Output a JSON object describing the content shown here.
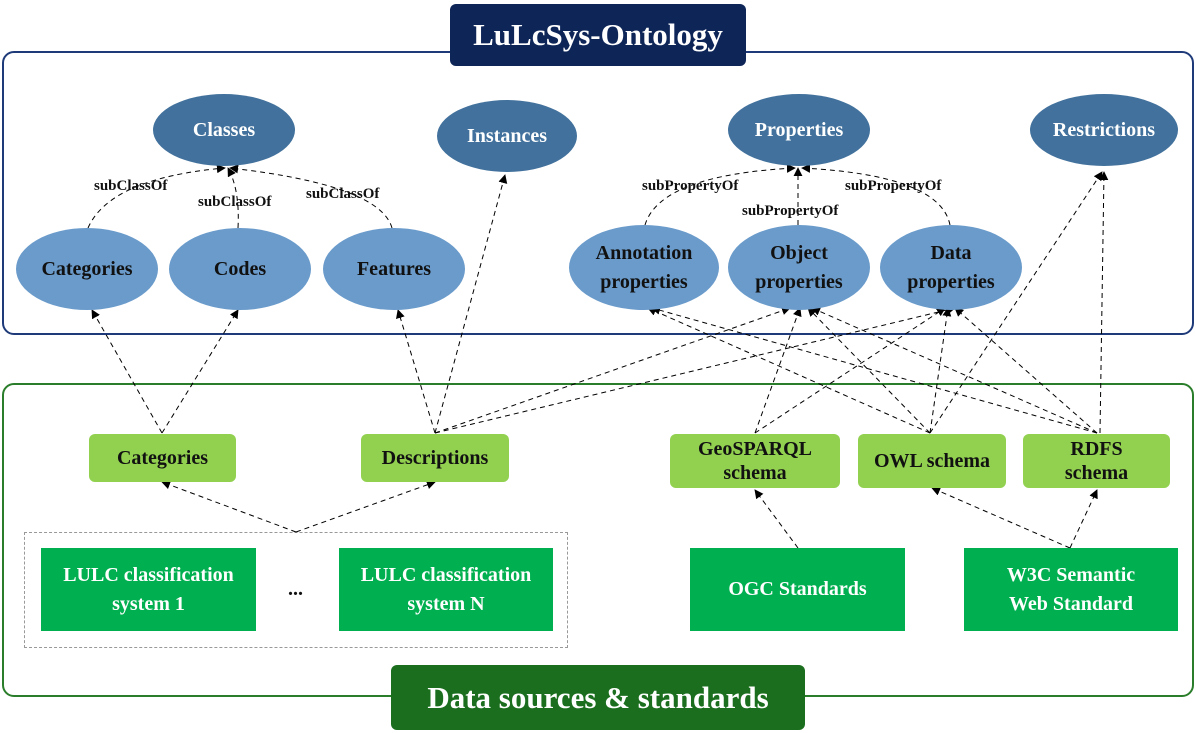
{
  "header": {
    "title": "LuLcSys-Ontology"
  },
  "footer": {
    "title": "Data sources & standards"
  },
  "ontology": {
    "classes": "Classes",
    "instances": "Instances",
    "properties": "Properties",
    "restrictions": "Restrictions",
    "categories": "Categories",
    "codes": "Codes",
    "features": "Features",
    "annotation_properties": {
      "line1": "Annotation",
      "line2": "properties"
    },
    "object_properties": {
      "line1": "Object",
      "line2": "properties"
    },
    "data_properties": {
      "line1": "Data",
      "line2": "properties"
    }
  },
  "relations": {
    "subclass_categories": "subClassOf",
    "subclass_codes": "subClassOf",
    "subclass_features": "subClassOf",
    "subproperty_annotation": "subPropertyOf",
    "subproperty_object": "subPropertyOf",
    "subproperty_data": "subPropertyOf"
  },
  "sources": {
    "categories": "Categories",
    "descriptions": "Descriptions",
    "geosparql": {
      "line1": "GeoSPARQL",
      "line2": "schema"
    },
    "owl": "OWL schema",
    "rdfs": {
      "line1": "RDFS",
      "line2": "schema"
    },
    "lulc1": {
      "line1": "LULC classification",
      "line2": "system 1"
    },
    "ellipsis": "...",
    "lulcN": {
      "line1": "LULC classification",
      "line2": "system N"
    },
    "ogc": "OGC Standards",
    "w3c": {
      "line1": "W3C Semantic",
      "line2": "Web Standard"
    }
  },
  "colors": {
    "top_banner": "#0e2557",
    "bottom_banner": "#1a6e1e",
    "dark_ellipse": "#41719c",
    "light_ellipse": "#6a9bcb",
    "light_green_box": "#92d050",
    "green_box": "#00b050"
  }
}
